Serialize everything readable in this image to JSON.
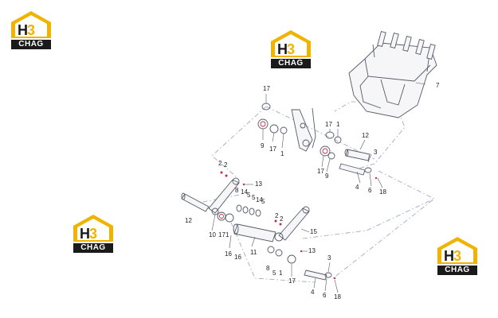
{
  "brand": {
    "logo_text": "H3",
    "plate_text": "CHAG",
    "colors": {
      "accent": "#f0b400",
      "dark": "#1a1a1a",
      "line": "#555a66",
      "dash": "#9aa0c0",
      "marker": "#c03048"
    }
  },
  "callouts": {
    "c1": "17",
    "c2": "7",
    "c3": "9",
    "c4": "17",
    "c5": "1",
    "c6": "17",
    "c7": "1",
    "c8": "12",
    "c9": "3",
    "c10": "17",
    "c11": "9",
    "c12": "4",
    "c13": "6",
    "c14": "18",
    "c15": "2",
    "c16": "2",
    "c17": "13",
    "c18": "8",
    "c19": "14",
    "c20": "5",
    "c21": "5",
    "c22": "14",
    "c23": "5",
    "c24": "12",
    "c25": "2",
    "c26": "2",
    "c27": "15",
    "c28": "10",
    "c29": "17",
    "c30": "1",
    "c31": "16",
    "c32": "16",
    "c33": "11",
    "c34": "13",
    "c35": "8",
    "c36": "5",
    "c37": "1",
    "c38": "17",
    "c39": "3",
    "c40": "4",
    "c41": "6",
    "c42": "18"
  }
}
